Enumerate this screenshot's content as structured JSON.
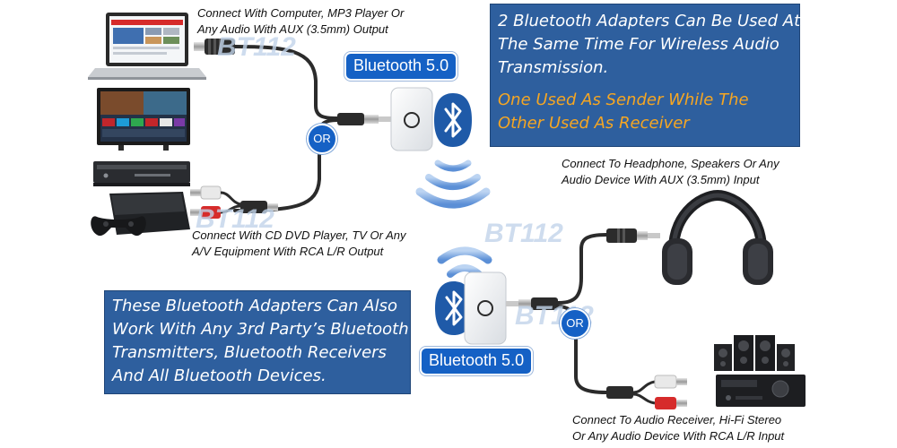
{
  "captions": {
    "top_left": [
      "Connect With Computer, MP3 Player Or",
      "Any Audio With AUX (3.5mm) Output"
    ],
    "mid_left": [
      "Connect With CD DVD Player, TV Or Any",
      "A/V Equipment With RCA L/R Output"
    ],
    "right_top": [
      "Connect To Headphone, Speakers Or Any",
      "Audio Device With AUX (3.5mm) Input"
    ],
    "bottom_right": [
      "Connect To Audio Receiver, Hi-Fi Stereo",
      "Or Any Audio Device With RCA L/R Input"
    ]
  },
  "panels": {
    "top_right": {
      "white_lines": [
        "2 Bluetooth Adapters Can Be Used At",
        "The Same Time For Wireless Audio",
        "Transmission."
      ],
      "orange_lines": [
        "One Used As Sender While The",
        "Other Used As Receiver"
      ]
    },
    "bottom_left": {
      "lines": [
        "These Bluetooth Adapters Can Also",
        "Work With Any 3rd Party’s Bluetooth",
        "Transmitters, Bluetooth Receivers",
        "And All Bluetooth Devices."
      ]
    }
  },
  "labels": {
    "bt_top": "Bluetooth 5.0",
    "bt_bottom": "Bluetooth 5.0",
    "or_top": "OR",
    "or_bottom": "OR"
  },
  "watermarks": [
    "BT112",
    "BT112",
    "BT112",
    "BT112"
  ],
  "colors": {
    "panel_bg": "#2e5f9e",
    "orange_text": "#f5a623",
    "bt_blue": "#1561c5",
    "bt_badge": "#1f5aa8",
    "cable": "#2b2b2b"
  },
  "icons": [
    "laptop-icon",
    "tv-icon",
    "dvd-player-icon",
    "game-console-icon",
    "bluetooth-adapter-icon",
    "bluetooth-logo-icon",
    "wireless-waves-icon",
    "headphones-icon",
    "speakers-icon",
    "av-receiver-icon",
    "rca-plug-icon",
    "aux-plug-icon"
  ]
}
